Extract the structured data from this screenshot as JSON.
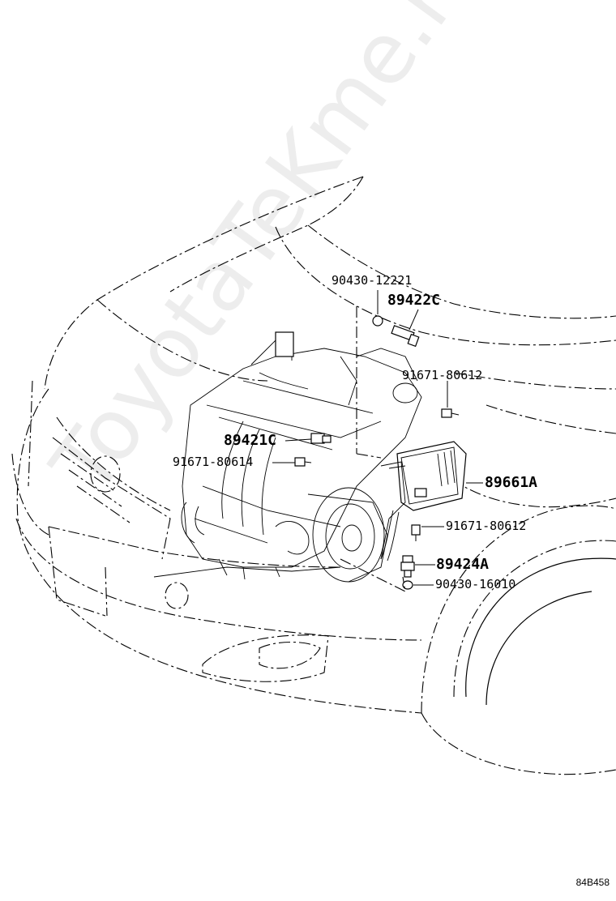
{
  "watermark": "ToyotaTeKme.ru",
  "figure_code": "84B458",
  "callouts": [
    {
      "id": "90430-12221",
      "label": "90430-12221",
      "style": "small"
    },
    {
      "id": "89422C",
      "label": "89422C",
      "style": "large"
    },
    {
      "id": "91671-80612-top",
      "label": "91671-80612",
      "style": "small"
    },
    {
      "id": "89421C",
      "label": "89421C",
      "style": "large"
    },
    {
      "id": "91671-80614",
      "label": "91671-80614",
      "style": "small"
    },
    {
      "id": "89661A",
      "label": "89661A",
      "style": "large"
    },
    {
      "id": "91671-80612-bottom",
      "label": "91671-80612",
      "style": "small"
    },
    {
      "id": "89424A",
      "label": "89424A",
      "style": "large"
    },
    {
      "id": "90430-16010",
      "label": "90430-16010",
      "style": "small"
    }
  ]
}
